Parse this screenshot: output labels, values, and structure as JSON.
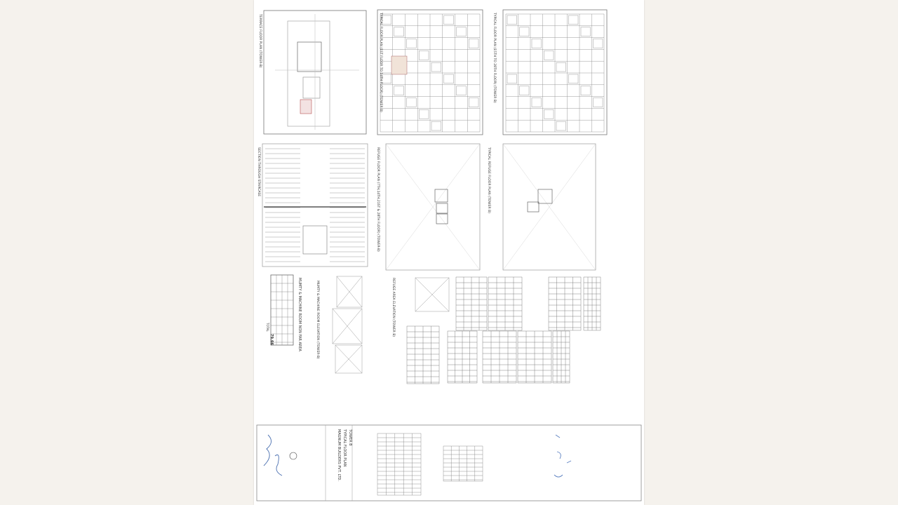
{
  "document": {
    "panels": [
      {
        "id": "plan-1",
        "label": "TERRACE FLOOR PLAN (TOWER-B)"
      },
      {
        "id": "plan-2",
        "label": "TYPICAL FLOOR PLAN (1ST FLOOR TO 14TH FLOOR) (TOWER B)"
      },
      {
        "id": "plan-3",
        "label": "TYPICAL FLOOR PLAN (15TH TO 28TH FLOOR) (TOWER B)"
      },
      {
        "id": "plan-4",
        "label": "SECTION THROUGH STAIRCASE"
      },
      {
        "id": "plan-5",
        "label": "REFUGE FLOOR PLAN (7TH,14TH,21ST & 28TH FLOOR) (TOWER-B)"
      },
      {
        "id": "plan-6",
        "label": "TYPICAL REFUGE FLOOR PLAN (TOWER B)"
      },
      {
        "id": "table-mumty",
        "label": "MUMTY & MACHINE ROOM NON FAR AREA"
      },
      {
        "id": "elev-mumty",
        "label": "MUMTY & MACHINE ROOM ELEVATION (TOWER-B)"
      },
      {
        "id": "elev-refuge",
        "label": "REFUGE AREA ELEVATION (TOWER B)"
      }
    ],
    "mumty_table": {
      "heading": "MUMTY & MACHINE ROOM NON FAR AREA",
      "total_label": "TOTAL",
      "total_value": "79.66"
    },
    "title_block": {
      "company": "MAGNUM BUILDERS PVT. LTD.",
      "sheet_title": "TYPICAL FLOOR PLAN",
      "project": "TOWER B"
    }
  }
}
